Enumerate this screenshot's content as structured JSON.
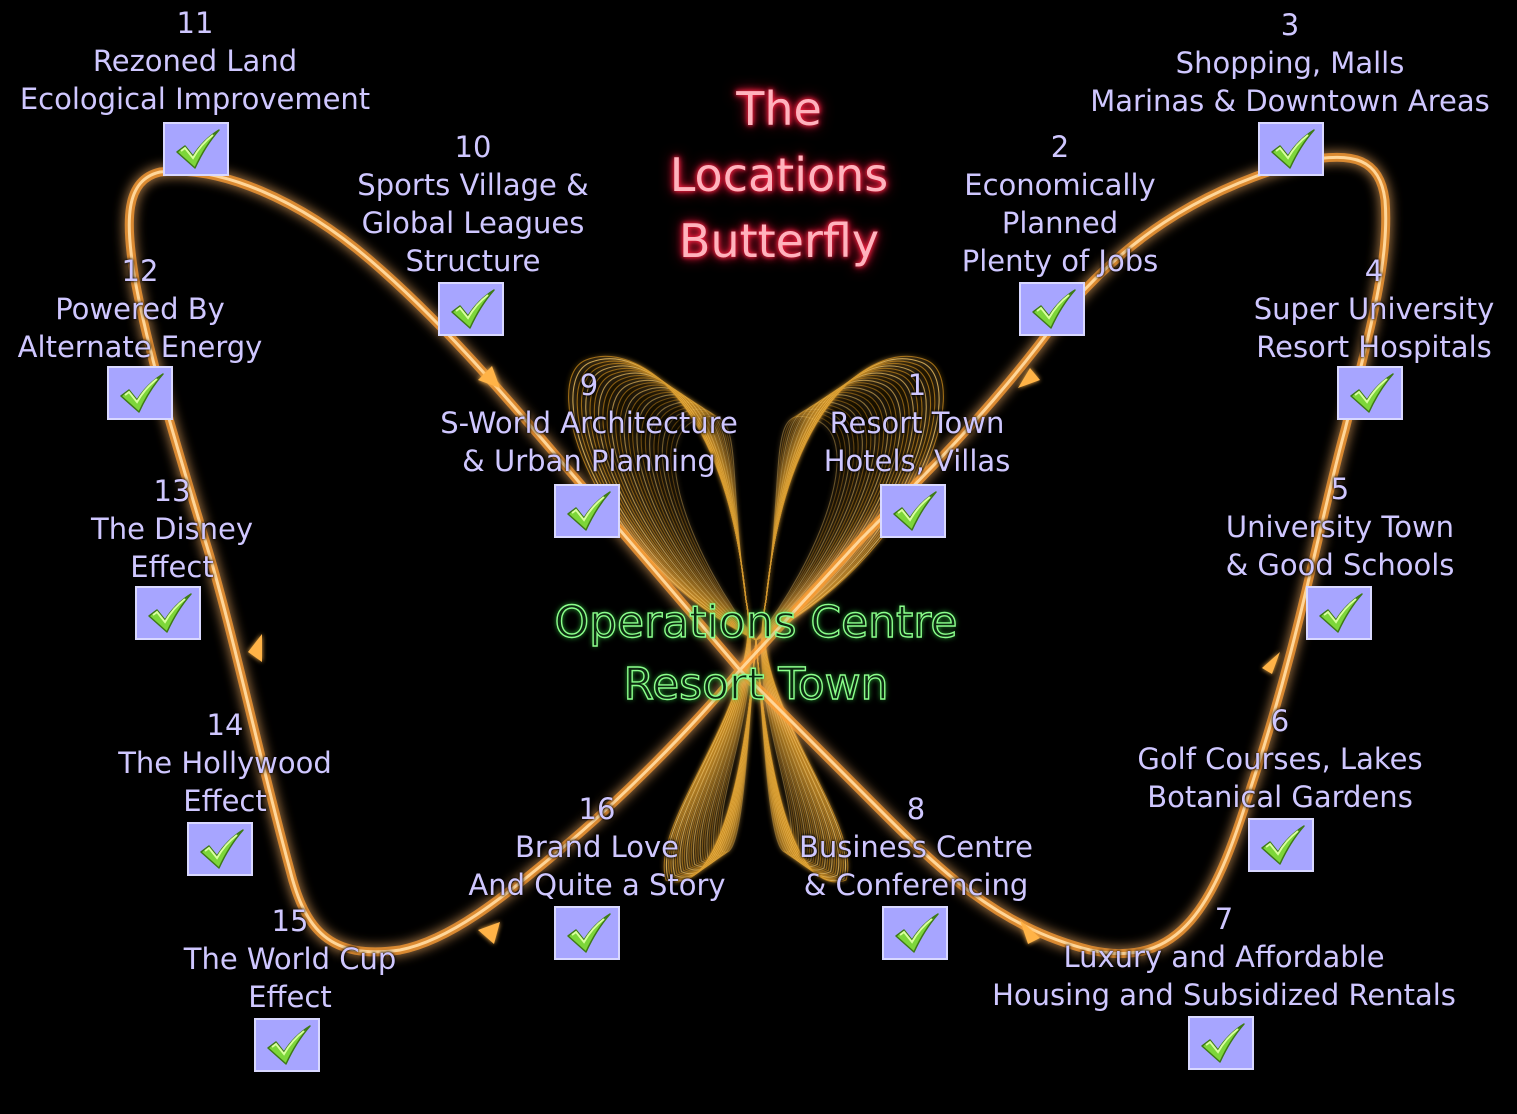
{
  "title": {
    "lines": [
      "The",
      "Locations",
      "Butterfly"
    ]
  },
  "centre": {
    "lines": [
      "Operations Centre",
      "Resort Town"
    ]
  },
  "nodes": [
    {
      "number": "1",
      "lines": [
        "Resort Town",
        "Hotels, Villas"
      ]
    },
    {
      "number": "2",
      "lines": [
        "Economically",
        "Planned",
        "Plenty of Jobs"
      ]
    },
    {
      "number": "3",
      "lines": [
        "Shopping, Malls",
        "Marinas & Downtown Areas"
      ]
    },
    {
      "number": "4",
      "lines": [
        "Super University",
        "Resort Hospitals"
      ]
    },
    {
      "number": "5",
      "lines": [
        "University Town",
        "& Good Schools"
      ]
    },
    {
      "number": "6",
      "lines": [
        "Golf Courses, Lakes",
        "Botanical Gardens"
      ]
    },
    {
      "number": "7",
      "lines": [
        "Luxury and Affordable",
        "Housing and Subsidized Rentals"
      ]
    },
    {
      "number": "8",
      "lines": [
        "Business Centre",
        "& Conferencing"
      ]
    },
    {
      "number": "9",
      "lines": [
        "S-World Architecture",
        "& Urban Planning"
      ]
    },
    {
      "number": "10",
      "lines": [
        "Sports Village &",
        "Global Leagues",
        "Structure"
      ]
    },
    {
      "number": "11",
      "lines": [
        "Rezoned Land",
        "Ecological Improvement"
      ]
    },
    {
      "number": "12",
      "lines": [
        "Powered By",
        "Alternate Energy"
      ]
    },
    {
      "number": "13",
      "lines": [
        "The Disney",
        "Effect"
      ]
    },
    {
      "number": "14",
      "lines": [
        "The Hollywood",
        "Effect"
      ]
    },
    {
      "number": "15",
      "lines": [
        "The World Cup",
        "Effect"
      ]
    },
    {
      "number": "16",
      "lines": [
        "Brand Love",
        "And Quite a Story"
      ]
    }
  ],
  "colors": {
    "background": "#000000",
    "path": "#ffb347",
    "path_glow": "#ff8c00",
    "label": "#cfc7ff",
    "checkbox": "#a7a5ff",
    "checkmark": "#7dd63a",
    "title": "#ff3355",
    "centre": "#8cff8c"
  },
  "icons": {
    "checkbox": "checkmark-icon",
    "arrow": "arrow-icon"
  }
}
